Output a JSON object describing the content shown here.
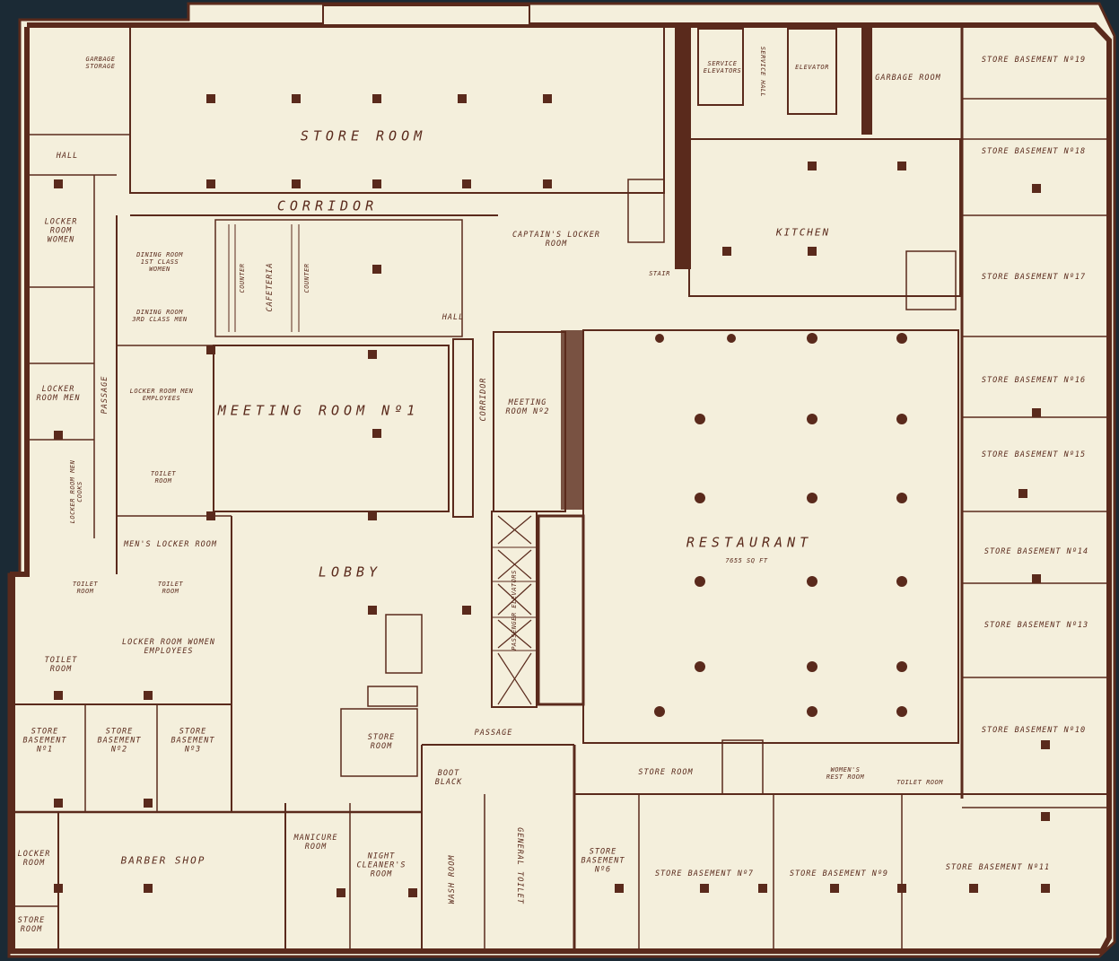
{
  "rooms": {
    "store_room_top": "STORE ROOM",
    "garbage_storage": "GARBAGE STORAGE",
    "hall_w": "HALL",
    "corridor_top": "CORRIDOR",
    "service_elevators": "SERVICE ELEVATORS",
    "service_hall": "SERVICE HALL",
    "passenger_elevator": "ELEVATOR",
    "garbage_room": "GARBAGE ROOM",
    "kitchen": "KITCHEN",
    "captains_locker_room": "CAPTAIN'S LOCKER ROOM",
    "stair": "STAIR",
    "locker_room_women": "LOCKER ROOM WOMEN",
    "dining_room_1st": "DINING ROOM 1ST CLASS WOMEN",
    "dining_room_3rd": "DINING ROOM 3RD CLASS MEN",
    "counter_a": "COUNTER",
    "cafeteria": "CAFETERIA",
    "counter_b": "COUNTER",
    "hall_center": "HALL",
    "passage_w": "PASSAGE",
    "locker_room_men": "LOCKER ROOM MEN",
    "locker_room_men_employees": "LOCKER ROOM MEN EMPLOYEES",
    "meeting_room_1": "MEETING ROOM Nº1",
    "corridor_mid": "CORRIDOR",
    "meeting_room_2": "MEETING ROOM Nº2",
    "toilet_room_a": "TOILET ROOM",
    "locker_room_men_cooks": "LOCKER ROOM MEN COOKS",
    "mens_locker_room": "MEN'S LOCKER ROOM",
    "lobby": "LOBBY",
    "passenger_elevators": "PASSENGER ELEVATORS",
    "restaurant": "RESTAURANT",
    "restaurant_area": "7655 SQ FT",
    "toilet_room_b": "TOILET ROOM",
    "toilet_room_c": "TOILET ROOM",
    "locker_room_women_employees": "LOCKER ROOM WOMEN EMPLOYEES",
    "toilet_room_d": "TOILET ROOM",
    "store_basement_1": "STORE BASEMENT Nº1",
    "store_basement_2": "STORE BASEMENT Nº2",
    "store_basement_3": "STORE BASEMENT Nº3",
    "store_room_lobby": "STORE ROOM",
    "passage_s": "PASSAGE",
    "boot_black": "BOOT BLACK",
    "store_room_s": "STORE ROOM",
    "womens_rest_room": "WOMEN'S REST ROOM",
    "toilet_room_e": "TOILET ROOM",
    "locker_room_sw": "LOCKER ROOM",
    "barber_shop": "BARBER SHOP",
    "manicure_room": "MANICURE ROOM",
    "night_cleaners_room": "NIGHT CLEANER'S ROOM",
    "wash_room": "WASH ROOM",
    "general_toilet": "GENERAL TOILET",
    "store_room_sw": "STORE ROOM",
    "store_basement_6": "STORE BASEMENT Nº6",
    "store_basement_7": "STORE BASEMENT Nº7",
    "store_basement_9": "STORE BASEMENT Nº9",
    "store_basement_11": "STORE BASEMENT Nº11",
    "store_basement_e19": "STORE BASEMENT Nº19",
    "store_basement_e18": "STORE BASEMENT Nº18",
    "store_basement_e17": "STORE BASEMENT Nº17",
    "store_basement_e16": "STORE BASEMENT Nº16",
    "store_basement_e15": "STORE BASEMENT Nº15",
    "store_basement_e14": "STORE BASEMENT Nº14",
    "store_basement_e13": "STORE BASEMENT Nº13",
    "store_basement_e10": "STORE BASEMENT Nº10"
  },
  "colors": {
    "paper": "#f4efdc",
    "ink": "#5a2a1c",
    "background": "#1b2a35"
  }
}
